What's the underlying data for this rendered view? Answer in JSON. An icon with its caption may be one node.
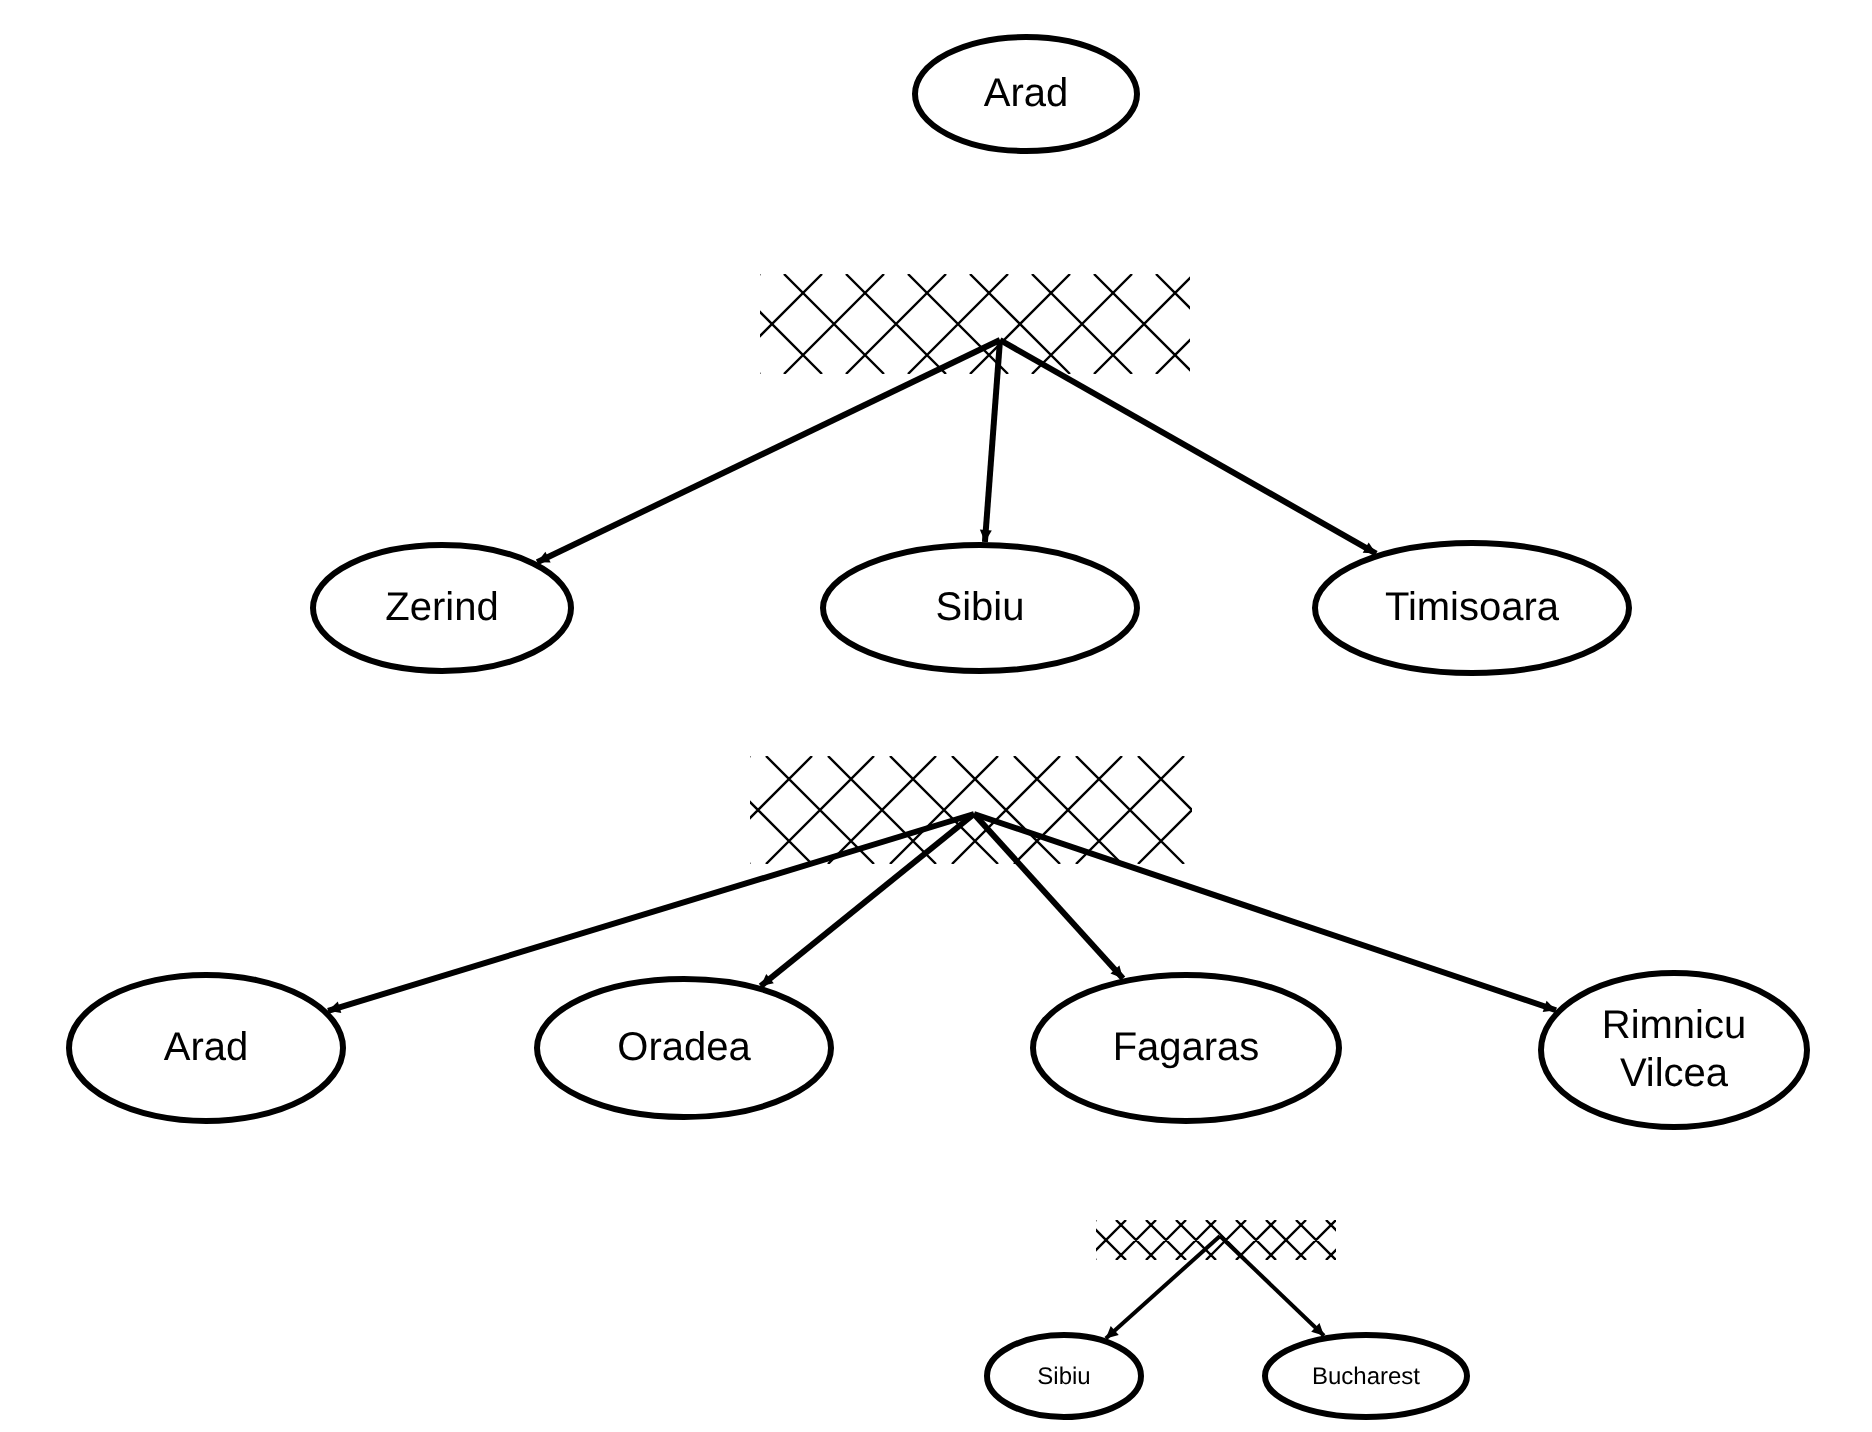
{
  "diagram": {
    "nodes": [
      {
        "text": [
          "Arad"
        ]
      },
      {
        "text": [],
        "shape": "bar"
      },
      {
        "text": [
          "Zerind"
        ]
      },
      {
        "text": [
          "Sibiu"
        ]
      },
      {
        "text": [
          "Timisoara"
        ]
      },
      {
        "text": [],
        "shape": "bar"
      },
      {
        "text": [
          "Arad"
        ]
      },
      {
        "text": [
          "Oradea"
        ]
      },
      {
        "text": [
          "Fagaras"
        ]
      },
      {
        "text": [
          "Rimnicu Vilcea"
        ]
      },
      {
        "text": [],
        "shape": "bar"
      },
      {
        "text": [
          "Sibiu"
        ]
      },
      {
        "text": [
          "Bucharest"
        ]
      }
    ],
    "edges": [
      {
        "from": 1,
        "to": 2,
        "arrow": "to"
      },
      {
        "from": 1,
        "to": 3,
        "arrow": "to"
      },
      {
        "from": 1,
        "to": 4,
        "arrow": "to"
      },
      {
        "from": 5,
        "to": 6,
        "arrow": "to"
      },
      {
        "from": 5,
        "to": 7,
        "arrow": "to"
      },
      {
        "from": 5,
        "to": 8,
        "arrow": "to"
      },
      {
        "from": 5,
        "to": 9,
        "arrow": "to"
      },
      {
        "from": 10,
        "to": 11,
        "arrow": "to"
      },
      {
        "from": 10,
        "to": 12,
        "arrow": "to"
      }
    ]
  }
}
